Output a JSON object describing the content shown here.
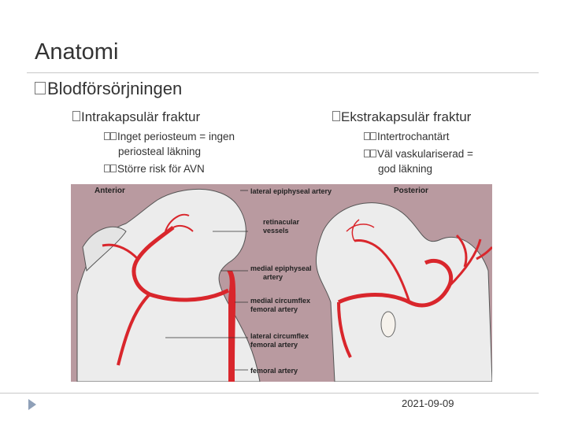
{
  "slide": {
    "title": "Anatomi",
    "level1": "Blodförsörjningen",
    "left_heading": "Intrakapsulär fraktur",
    "left_items": [
      {
        "line1": "Inget periosteum = ingen",
        "line2": "periosteal läkning"
      },
      {
        "line1": "Större risk för AVN",
        "line2": ""
      }
    ],
    "right_heading": "Ekstrakapsulär fraktur",
    "right_items": [
      {
        "line1": "Intertrochantärt",
        "line2": ""
      },
      {
        "line1": "Väl vaskulariserad =",
        "line2": "god  läkning"
      }
    ],
    "date": "2021-09-09"
  },
  "figure": {
    "panel_left": "Anterior",
    "panel_right": "Posterior",
    "labels": [
      "lateral epiphyseal artery",
      "retinacular",
      "vessels",
      "medial epiphyseal",
      "artery",
      "medial circumflex",
      "femoral artery",
      "lateral circumflex",
      "femoral artery",
      "femoral artery"
    ]
  },
  "colors": {
    "figure_bg": "#b99aa0",
    "bone": "#ececec",
    "artery": "#d9262c",
    "label_text": "#222222"
  }
}
